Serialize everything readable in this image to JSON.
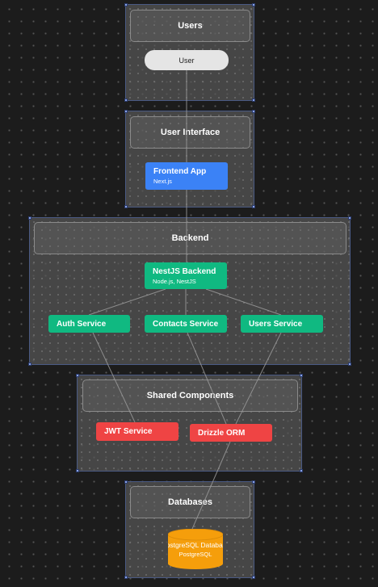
{
  "groups": {
    "users": {
      "label": "Users"
    },
    "ui": {
      "label": "User Interface"
    },
    "backend": {
      "label": "Backend"
    },
    "shared": {
      "label": "Shared Components"
    },
    "databases": {
      "label": "Databases"
    }
  },
  "nodes": {
    "user": {
      "label": "User"
    },
    "frontend": {
      "title": "Frontend App",
      "sub": "Next.js"
    },
    "nestjs": {
      "title": "NestJS Backend",
      "sub": "Node.js, NestJS"
    },
    "auth": {
      "title": "Auth Service"
    },
    "contacts": {
      "title": "Contacts Service"
    },
    "users_service": {
      "title": "Users Service"
    },
    "jwt": {
      "title": "JWT Service"
    },
    "drizzle": {
      "title": "Drizzle ORM"
    },
    "postgres": {
      "title": "PostgreSQL Database",
      "sub": "PostgreSQL"
    }
  },
  "colors": {
    "primary_blue": "#3b82f6",
    "service_green": "#10b981",
    "component_red": "#ef4444",
    "database_orange": "#f59e0b",
    "edge": "#9a9a9a"
  }
}
